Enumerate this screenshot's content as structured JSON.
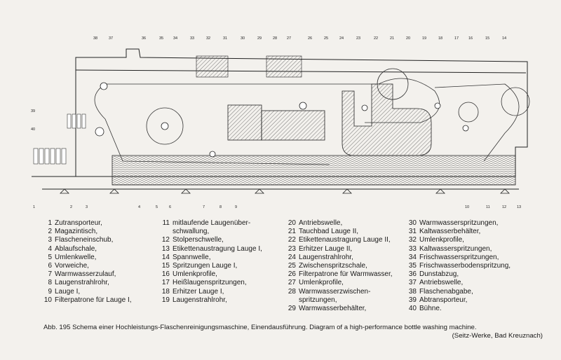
{
  "diagram": {
    "top_callouts": [
      "38",
      "37",
      "36",
      "35",
      "34",
      "33",
      "32",
      "31",
      "30",
      "29",
      "28",
      "27",
      "26",
      "25",
      "24",
      "23",
      "22",
      "21",
      "20",
      "19",
      "18",
      "17",
      "16",
      "15",
      "14"
    ],
    "left_callouts": [
      "39",
      "40"
    ],
    "bottom_callouts": [
      "1",
      "2",
      "3",
      "4",
      "5",
      "6",
      "7",
      "8",
      "9",
      "10",
      "11",
      "12",
      "13"
    ]
  },
  "legend": {
    "columns": [
      [
        {
          "n": "1",
          "t": "Zutransporteur,"
        },
        {
          "n": "2",
          "t": "Magazintisch,"
        },
        {
          "n": "3",
          "t": "Flascheneinschub,"
        },
        {
          "n": "4",
          "t": "Ablaufschale,"
        },
        {
          "n": "5",
          "t": "Umlenkwelle,"
        },
        {
          "n": "6",
          "t": "Vorweiche,"
        },
        {
          "n": "7",
          "t": "Warmwasserzulauf,"
        },
        {
          "n": "8",
          "t": "Laugenstrahlrohr,"
        },
        {
          "n": "9",
          "t": "Lauge I,"
        },
        {
          "n": "10",
          "t": "Filterpatrone für Lauge I,"
        }
      ],
      [
        {
          "n": "11",
          "t": "mitlaufende Laugenüber-",
          "c": "schwallung,"
        },
        {
          "n": "12",
          "t": "Stolperschwelle,"
        },
        {
          "n": "13",
          "t": "Etikettenaustragung Lauge I,"
        },
        {
          "n": "14",
          "t": "Spannwelle,"
        },
        {
          "n": "15",
          "t": "Spritzungen Lauge I,"
        },
        {
          "n": "16",
          "t": "Umlenkprofile,"
        },
        {
          "n": "17",
          "t": "Heißlaugenspritzungen,"
        },
        {
          "n": "18",
          "t": "Erhitzer Lauge I,"
        },
        {
          "n": "19",
          "t": "Laugenstrahlrohr,"
        }
      ],
      [
        {
          "n": "20",
          "t": "Antriebswelle,"
        },
        {
          "n": "21",
          "t": "Tauchbad Lauge II,"
        },
        {
          "n": "22",
          "t": "Etikettenaustragung Lauge II,"
        },
        {
          "n": "23",
          "t": "Erhitzer Lauge II,"
        },
        {
          "n": "24",
          "t": "Laugenstrahlrohr,"
        },
        {
          "n": "25",
          "t": "Zwischenspritzschale,"
        },
        {
          "n": "26",
          "t": "Filterpatrone für Warmwasser,"
        },
        {
          "n": "27",
          "t": "Umlenkprofile,"
        },
        {
          "n": "28",
          "t": "Warmwasserzwischen-",
          "c": "spritzungen,"
        },
        {
          "n": "29",
          "t": "Warmwasserbehälter,"
        }
      ],
      [
        {
          "n": "30",
          "t": "Warmwasserspritzungen,"
        },
        {
          "n": "31",
          "t": "Kaltwasserbehälter,"
        },
        {
          "n": "32",
          "t": "Umlenkprofile,"
        },
        {
          "n": "33",
          "t": "Kaltwasserspritzungen,"
        },
        {
          "n": "34",
          "t": "Frischwasserspritzungen,"
        },
        {
          "n": "35",
          "t": "Frischwasserbodenspritzung,"
        },
        {
          "n": "36",
          "t": "Dunstabzug,"
        },
        {
          "n": "37",
          "t": "Antriebswelle,"
        },
        {
          "n": "38",
          "t": "Flaschenabgabe,"
        },
        {
          "n": "39",
          "t": "Abtransporteur,"
        },
        {
          "n": "40",
          "t": "Bühne."
        }
      ]
    ]
  },
  "caption": {
    "line1": "Abb. 195  Schema einer Hochleistungs-Flaschenreinigungsmaschine, Einendausführung.  Diagram of a high-performance bottle washing machine.",
    "line2": "(Seitz-Werke, Bad Kreuznach)"
  }
}
